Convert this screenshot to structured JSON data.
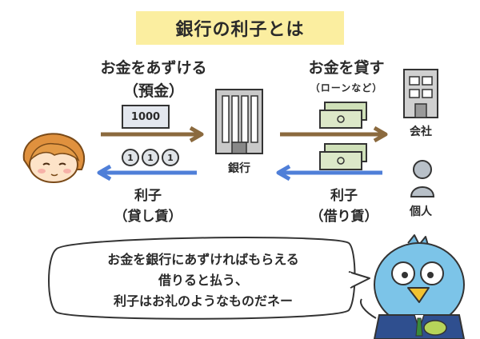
{
  "title": "銀行の利子とは",
  "left_top": {
    "line1": "お金をあずける",
    "line2": "（預金）"
  },
  "right_top": {
    "line1": "お金を貸す",
    "line2": "（ローンなど）"
  },
  "left_bottom": {
    "line1": "利子",
    "line2": "（貸し賃）"
  },
  "right_bottom": {
    "line1": "利子",
    "line2": "（借り賃）"
  },
  "bill_value": "1000",
  "coin_value": "1",
  "nodes": {
    "bank": "銀行",
    "company": "会社",
    "individual": "個人"
  },
  "speech": [
    "お金を銀行にあずければもらえる",
    "借りると払う、",
    "利子はお礼のようなものだネー"
  ],
  "colors": {
    "title_bg": "#fbeea0",
    "brown_arrow": "#8b6a3e",
    "blue_arrow": "#4f7fd8",
    "note": "#dce8c8",
    "person": "#b8c0c8"
  }
}
